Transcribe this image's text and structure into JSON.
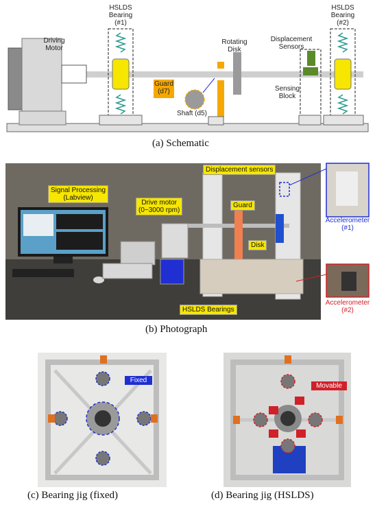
{
  "schematic": {
    "caption": "(a)  Schematic",
    "driving_motor": "Driving\nMotor",
    "bearing1_title": "HSLDS\nBearing\n(#1)",
    "bearing2_title": "HSLDS\nBearing\n(#2)",
    "rotating_disk": "Rotating\nDisk",
    "displacement_sensors": "Displacement\nSensors",
    "sensing_block": "Sensing\nBlock",
    "guard": "Guard\n(d7)",
    "shaft": "Shaft (d5)"
  },
  "photograph": {
    "caption": "(b)  Photograph",
    "signal_processing": "Signal Processing\n(Labview)",
    "drive_motor": "Drive motor\n(0~3000 rpm)",
    "displacement_sensors": "Displacement sensors",
    "guard": "Guard",
    "disk": "Disk",
    "hslds_bearings": "HSLDS Bearings",
    "accelerometer1": "Accelerometer\n(#1)",
    "accelerometer2": "Accelerometer\n(#2)"
  },
  "jig_fixed": {
    "caption": "(c)  Bearing jig  (fixed)",
    "tag": "Fixed"
  },
  "jig_hslds": {
    "caption": "(d)  Bearing jig  (HSLDS)",
    "tag": "Movable"
  },
  "colors": {
    "yellow": "#f6e600",
    "orange": "#f5a800",
    "blue": "#1f2fd1",
    "red": "#d0202a",
    "green": "#5a8a2a"
  }
}
